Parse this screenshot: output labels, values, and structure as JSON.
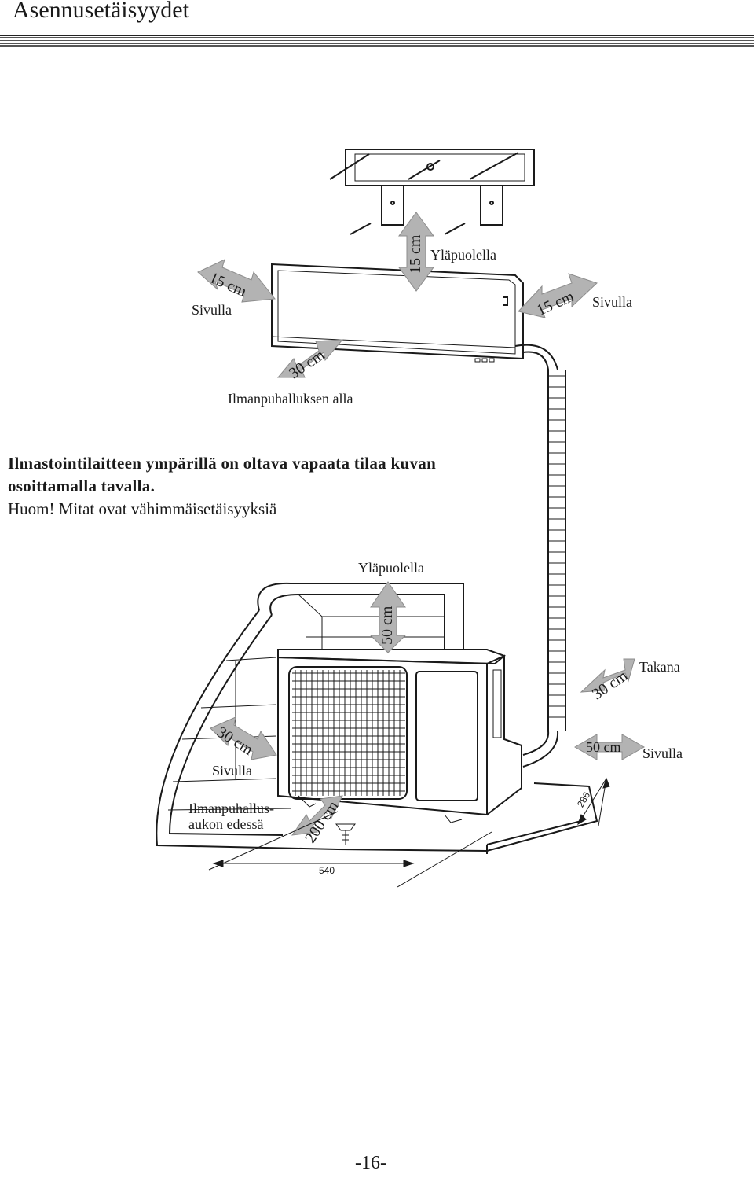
{
  "page": {
    "title": "Asennusetäisyydet",
    "page_number": "-16-"
  },
  "indoor": {
    "top_distance": "15 cm",
    "top_label": "Yläpuolella",
    "left_distance": "15 cm",
    "left_label": "Sivulla",
    "right_distance": "15 cm",
    "right_label": "Sivulla",
    "bottom_distance": "30 cm",
    "bottom_label": "Ilmanpuhalluksen alla"
  },
  "note": {
    "line1": "Ilmastointilaitteen ympärillä on oltava vapaata tilaa kuvan",
    "line2": "osoittamalla tavalla.",
    "line3": "Huom! Mitat ovat vähimmäisetäisyyksiä"
  },
  "outdoor": {
    "top_label": "Yläpuolella",
    "top_distance": "50 cm",
    "back_distance": "30 cm",
    "back_label": "Takana",
    "left_distance": "30 cm",
    "left_label": "Sivulla",
    "right_distance": "50 cm",
    "right_label": "Sivulla",
    "front_distance": "200 cm",
    "front_label_line1": "Ilmanpuhallus-",
    "front_label_line2": "aukon edessä",
    "width_value": "540",
    "depth_value": "286"
  },
  "colors": {
    "arrow": "#b3b3b3",
    "line": "#1a1a1a"
  }
}
